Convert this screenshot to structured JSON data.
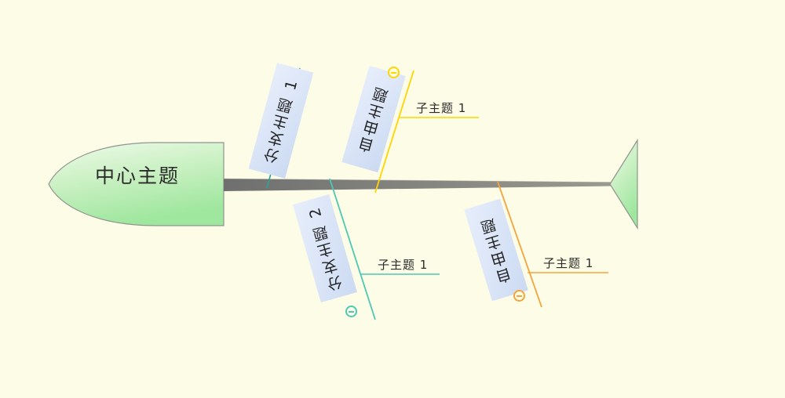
{
  "diagram": {
    "type": "fishbone",
    "title": "",
    "background_color": "#fdfde7",
    "center": {
      "label": "中心主题",
      "shape": "leaf-head",
      "fill_from": "#e9f8e4",
      "fill_to": "#9fe6a0"
    },
    "spine": {
      "color": "#777777",
      "shape": "tapered-bar"
    },
    "tail": {
      "shape": "triangle-fin",
      "fill_from": "#e9f8e4",
      "fill_to": "#9fe6a0"
    },
    "branches": [
      {
        "label": "分支主题 1",
        "side": "top",
        "color": "#26a69a",
        "box_fill": "#d7e3f7",
        "collapse_icon": "minus-circle-icon",
        "has_collapse": false,
        "children": []
      },
      {
        "label": "自由主题",
        "side": "top",
        "color": "#ffd500",
        "box_fill": "#d7e3f7",
        "collapse_icon": "minus-circle-icon",
        "has_collapse": true,
        "children": [
          {
            "label": "子主题 1",
            "color": "#ffd500"
          }
        ]
      },
      {
        "label": "分支主题 2",
        "side": "bottom",
        "color": "#4ec8b4",
        "box_fill": "#d7e3f7",
        "collapse_icon": "minus-circle-icon",
        "has_collapse": true,
        "children": [
          {
            "label": "子主题 1",
            "color": "#4ec8b4"
          }
        ]
      },
      {
        "label": "自由主题",
        "side": "bottom",
        "color": "#f5a33c",
        "box_fill": "#d7e3f7",
        "collapse_icon": "minus-circle-icon",
        "has_collapse": true,
        "children": [
          {
            "label": "子主题 1",
            "color": "#f5a33c"
          }
        ]
      }
    ]
  }
}
